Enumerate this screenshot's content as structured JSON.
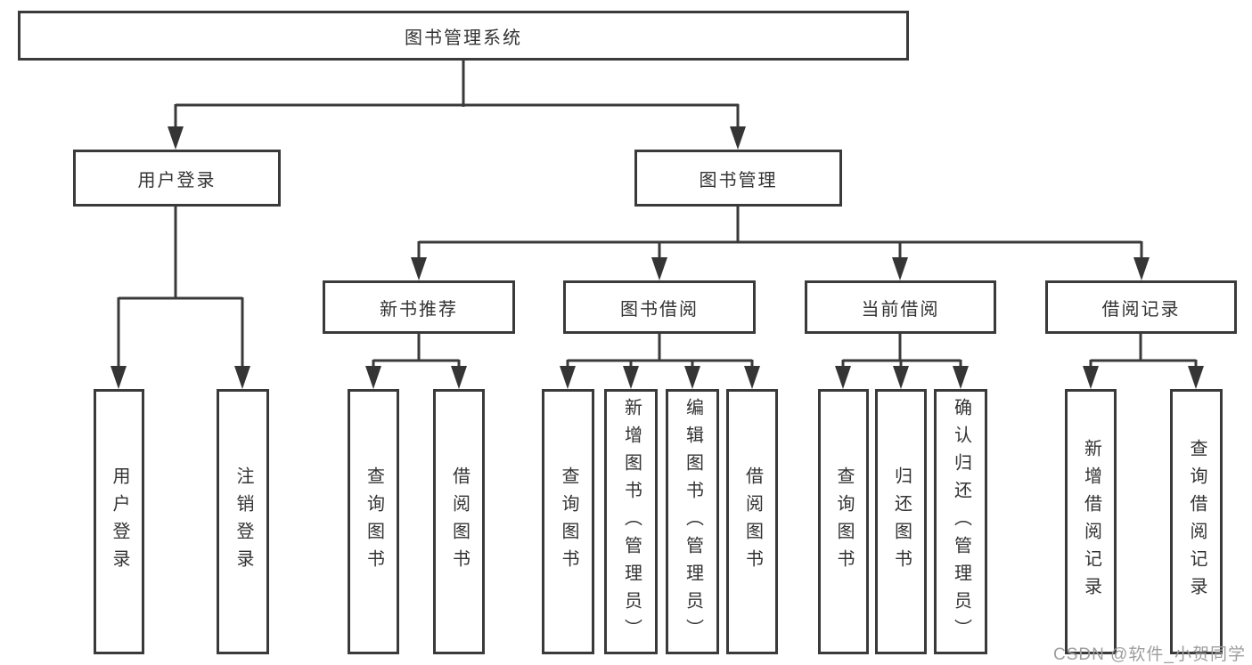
{
  "colors": {
    "line": "#3a3a3a",
    "text": "#333333",
    "watermark": "#9e9e9e",
    "background": "#ffffff"
  },
  "watermark": "CSDN @软件_小贺同学",
  "tree": {
    "root": "图书管理系统",
    "branches": [
      {
        "label": "用户登录",
        "children": [
          "用户登录",
          "注销登录"
        ]
      },
      {
        "label": "图书管理",
        "groups": [
          {
            "label": "新书推荐",
            "children": [
              "查询图书",
              "借阅图书"
            ]
          },
          {
            "label": "图书借阅",
            "children": [
              "查询图书",
              "新增图书（管理员）",
              "编辑图书（管理员）",
              "借阅图书"
            ]
          },
          {
            "label": "当前借阅",
            "children": [
              "查询图书",
              "归还图书",
              "确认归还（管理员）"
            ]
          },
          {
            "label": "借阅记录",
            "children": [
              "新增借阅记录",
              "查询借阅记录"
            ]
          }
        ]
      }
    ]
  }
}
